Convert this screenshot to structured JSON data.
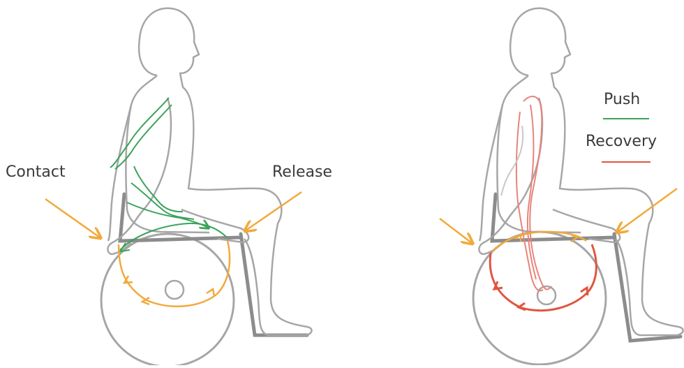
{
  "labels": {
    "contact": "Contact",
    "release": "Release",
    "push": "Push",
    "recovery": "Recovery"
  },
  "colors": {
    "outline": "#a6a6a6",
    "frame": "#8c8c8c",
    "push": "#3aa35b",
    "contact_release": "#f2a93b",
    "recovery": "#e0553f",
    "recovery_light": "#e8837a",
    "text": "#3a3a3a"
  },
  "panels": [
    {
      "name": "left-panel",
      "pattern": "arc",
      "legend": false
    },
    {
      "name": "right-panel",
      "pattern": "single-loop",
      "legend": true
    }
  ]
}
